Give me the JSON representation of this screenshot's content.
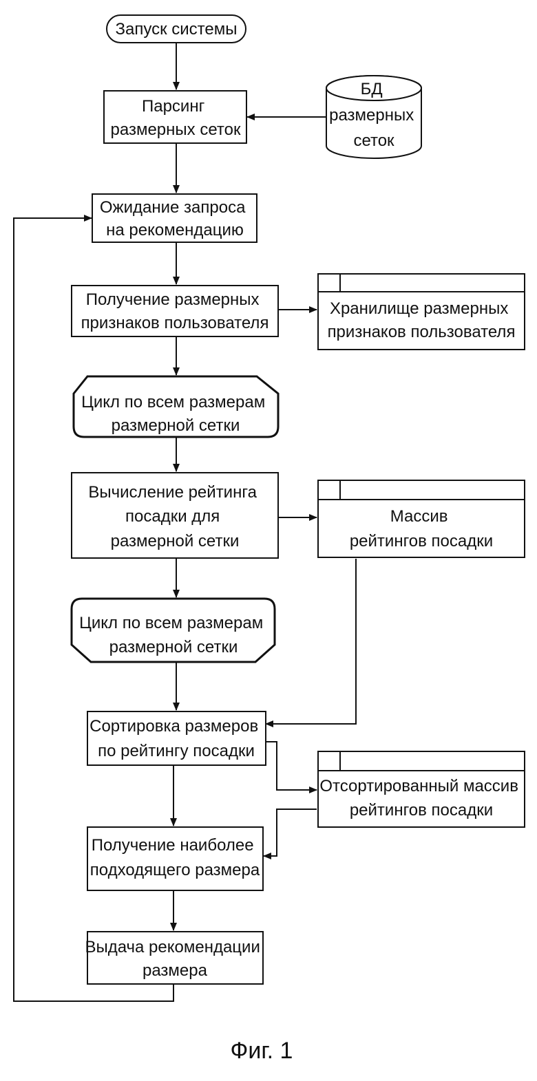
{
  "nodes": {
    "start": {
      "lines": [
        "Запуск системы"
      ]
    },
    "parse": {
      "lines": [
        "Парсинг",
        "размерных сеток"
      ]
    },
    "db": {
      "lines": [
        "БД",
        "размерных",
        "сеток"
      ]
    },
    "wait": {
      "lines": [
        "Ожидание запроса",
        "на рекомендацию"
      ]
    },
    "get_features": {
      "lines": [
        "Получение размерных",
        "признаков пользователя"
      ]
    },
    "features_store": {
      "lines": [
        "Хранилище размерных",
        "признаков пользователя"
      ]
    },
    "loop_start": {
      "lines": [
        "Цикл по всем размерам",
        "размерной сетки"
      ]
    },
    "compute_rating": {
      "lines": [
        "Вычисление рейтинга",
        "посадки для",
        "размерной сетки"
      ]
    },
    "ratings_array": {
      "lines": [
        "Массив",
        "рейтингов посадки"
      ]
    },
    "loop_end": {
      "lines": [
        "Цикл по всем размерам",
        "размерной сетки"
      ]
    },
    "sort": {
      "lines": [
        "Сортировка размеров",
        "по рейтингу посадки"
      ]
    },
    "sorted_array": {
      "lines": [
        "Отсортированный массив",
        "рейтингов посадки"
      ]
    },
    "best_size": {
      "lines": [
        "Получение наиболее",
        "подходящего размера"
      ]
    },
    "output": {
      "lines": [
        "Выдача рекомендации",
        "размера"
      ]
    }
  },
  "caption": "Фиг. 1"
}
